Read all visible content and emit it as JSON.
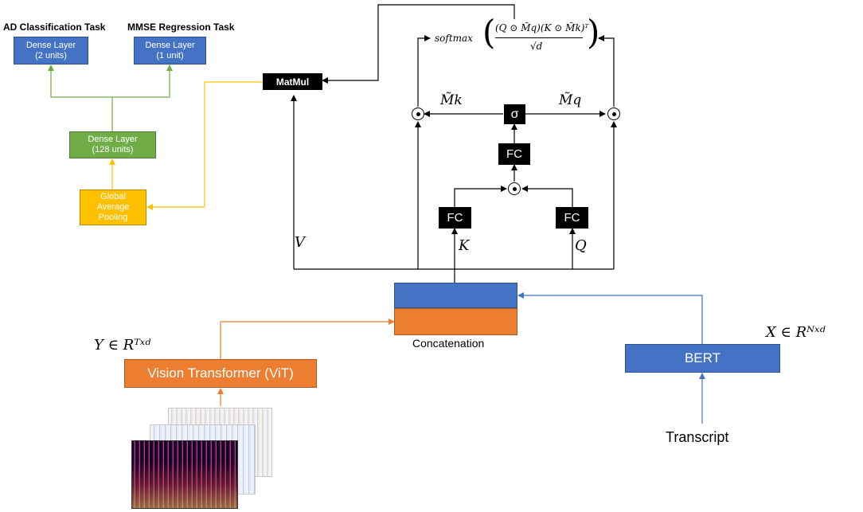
{
  "tasks": {
    "ad_title": "AD Classification Task",
    "mmse_title": "MMSE Regression Task"
  },
  "blocks": {
    "dense_ad": [
      "Dense Layer",
      "(2 units)"
    ],
    "dense_mmse": [
      "Dense Layer",
      "(1 unit)"
    ],
    "dense_128": [
      "Dense Layer",
      "(128 units)"
    ],
    "gap": [
      "Global",
      "Average",
      "Pooling"
    ],
    "matmul": "MatMul",
    "fc_mid": "FC",
    "fc_k": "FC",
    "fc_q": "FC",
    "sigma": "σ",
    "concat_label": "Concatenation",
    "vit": "Vision Transformer (ViT)",
    "bert": "BERT",
    "transcript": "Transcript"
  },
  "math": {
    "softmax": "softmax",
    "numerator": "(Q ⊙ M̃q)(K ⊙ M̃k)ᵀ",
    "denominator": "√d",
    "mk": "M̃k",
    "mq": "M̃q",
    "v": "V",
    "k": "K",
    "q": "Q",
    "y_dim": "Y ∈ Rᵀˣᵈ",
    "x_dim": "X ∈ Rᴺˣᵈ"
  },
  "colors": {
    "blue": "#4472c4",
    "green": "#70ad47",
    "yellow": "#ffc000",
    "orange": "#ed7d31",
    "black": "#000000"
  }
}
